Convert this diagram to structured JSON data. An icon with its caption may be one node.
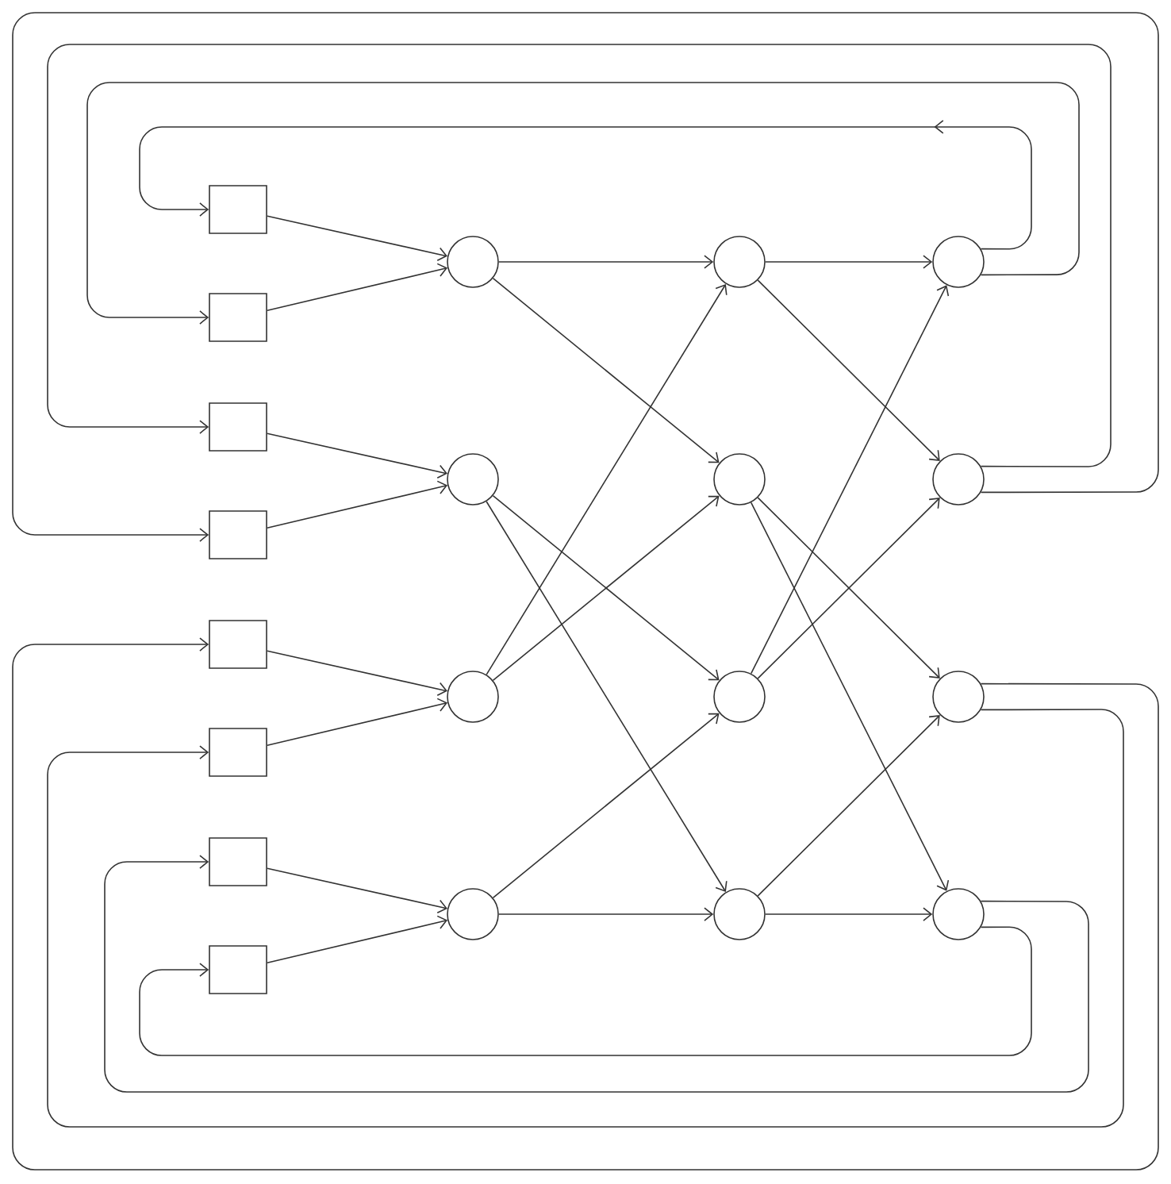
{
  "diagram": {
    "nodes": [
      {
        "text": [],
        "shape": "box"
      },
      {
        "text": [],
        "shape": "box"
      },
      {
        "text": [],
        "shape": "box"
      },
      {
        "text": [],
        "shape": "box"
      },
      {
        "text": [],
        "shape": "box"
      },
      {
        "text": [],
        "shape": "box"
      },
      {
        "text": [],
        "shape": "box"
      },
      {
        "text": [],
        "shape": "box"
      },
      {
        "text": [],
        "shape": "circle"
      },
      {
        "text": [],
        "shape": "circle"
      },
      {
        "text": [],
        "shape": "circle"
      },
      {
        "text": [],
        "shape": "circle"
      },
      {
        "text": [],
        "shape": "circle"
      },
      {
        "text": [],
        "shape": "circle"
      },
      {
        "text": [],
        "shape": "circle"
      },
      {
        "text": [],
        "shape": "circle"
      },
      {
        "text": [],
        "shape": "circle"
      },
      {
        "text": [],
        "shape": "circle"
      },
      {
        "text": [],
        "shape": "circle"
      },
      {
        "text": [],
        "shape": "circle"
      }
    ],
    "edges": [
      {
        "from": 0,
        "to": 8,
        "arrow": "to"
      },
      {
        "from": 1,
        "to": 8,
        "arrow": "to"
      },
      {
        "from": 2,
        "to": 9,
        "arrow": "to"
      },
      {
        "from": 3,
        "to": 9,
        "arrow": "to"
      },
      {
        "from": 4,
        "to": 10,
        "arrow": "to"
      },
      {
        "from": 5,
        "to": 10,
        "arrow": "to"
      },
      {
        "from": 6,
        "to": 11,
        "arrow": "to"
      },
      {
        "from": 7,
        "to": 11,
        "arrow": "to"
      },
      {
        "from": 8,
        "to": 12,
        "arrow": "to"
      },
      {
        "from": 8,
        "to": 13,
        "arrow": "to"
      },
      {
        "from": 9,
        "to": 14,
        "arrow": "to"
      },
      {
        "from": 9,
        "to": 15,
        "arrow": "to"
      },
      {
        "from": 10,
        "to": 12,
        "arrow": "to"
      },
      {
        "from": 10,
        "to": 13,
        "arrow": "to"
      },
      {
        "from": 11,
        "to": 14,
        "arrow": "to"
      },
      {
        "from": 11,
        "to": 15,
        "arrow": "to"
      },
      {
        "from": 12,
        "to": 16,
        "arrow": "to"
      },
      {
        "from": 12,
        "to": 17,
        "arrow": "to"
      },
      {
        "from": 13,
        "to": 18,
        "arrow": "to"
      },
      {
        "from": 13,
        "to": 19,
        "arrow": "to"
      },
      {
        "from": 14,
        "to": 16,
        "arrow": "to"
      },
      {
        "from": 14,
        "to": 17,
        "arrow": "to"
      },
      {
        "from": 15,
        "to": 18,
        "arrow": "to"
      },
      {
        "from": 15,
        "to": 19,
        "arrow": "to"
      },
      {
        "from": 16,
        "to": 0,
        "arrow": "to"
      },
      {
        "from": 16,
        "to": 1,
        "arrow": "to"
      },
      {
        "from": 17,
        "to": 2,
        "arrow": "to"
      },
      {
        "from": 17,
        "to": 3,
        "arrow": "to"
      },
      {
        "from": 18,
        "to": 4,
        "arrow": "to"
      },
      {
        "from": 18,
        "to": 5,
        "arrow": "to"
      },
      {
        "from": 19,
        "to": 6,
        "arrow": "to"
      },
      {
        "from": 19,
        "to": 7,
        "arrow": "to"
      }
    ]
  }
}
